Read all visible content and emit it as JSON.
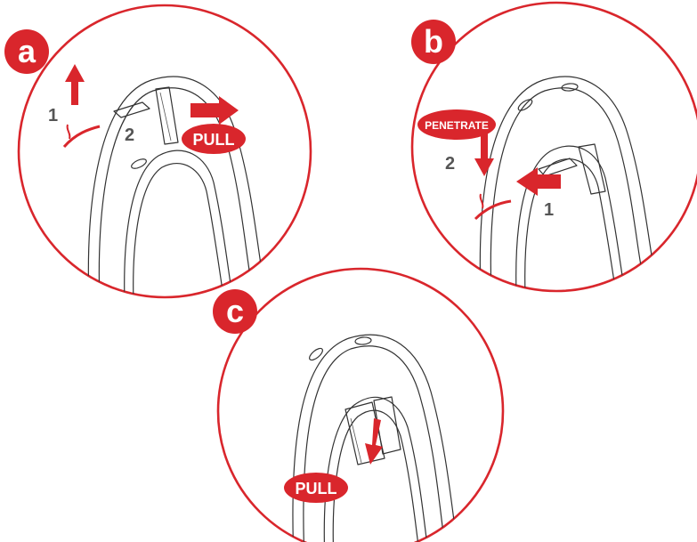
{
  "colors": {
    "accent": "#d9262c",
    "line": "#333333",
    "step_number": "#555555"
  },
  "panels": [
    {
      "badge": "a",
      "steps": [
        {
          "number": "1"
        },
        {
          "number": "2"
        }
      ],
      "bubble": "PULL"
    },
    {
      "badge": "b",
      "steps": [
        {
          "number": "1"
        },
        {
          "number": "2"
        }
      ],
      "bubble": "PENETRATE"
    },
    {
      "badge": "c",
      "steps": [],
      "bubble": "PULL"
    }
  ]
}
